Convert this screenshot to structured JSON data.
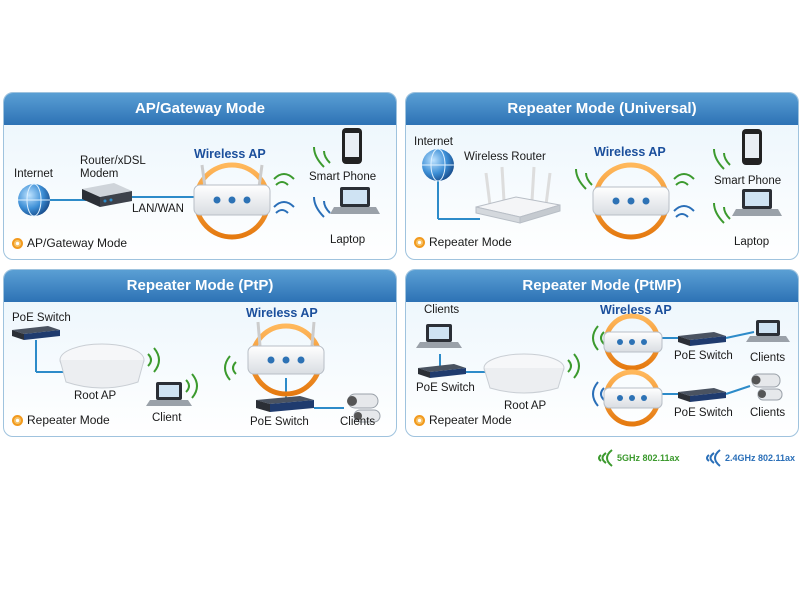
{
  "panels": [
    {
      "title": "AP/Gateway Mode",
      "mode_legend": "AP/Gateway Mode",
      "labels": {
        "internet": "Internet",
        "router": "Router/xDSL\nModem",
        "link": "LAN/WAN",
        "ap": "Wireless AP",
        "phone": "Smart Phone",
        "laptop": "Laptop"
      }
    },
    {
      "title": "Repeater Mode (Universal)",
      "mode_legend": "Repeater Mode",
      "labels": {
        "internet": "Internet",
        "router": "Wireless Router",
        "ap": "Wireless AP",
        "phone": "Smart Phone",
        "laptop": "Laptop"
      }
    },
    {
      "title": "Repeater Mode (PtP)",
      "mode_legend": "Repeater Mode",
      "labels": {
        "switch_left": "PoE Switch",
        "root_ap": "Root AP",
        "client": "Client",
        "ap": "Wireless AP",
        "switch_right": "PoE Switch",
        "clients": "Clients"
      }
    },
    {
      "title": "Repeater Mode (PtMP)",
      "mode_legend": "Repeater Mode",
      "labels": {
        "clients_left": "Clients",
        "switch_left": "PoE Switch",
        "root_ap": "Root AP",
        "ap": "Wireless AP",
        "switch_top": "PoE Switch",
        "clients_top": "Clients",
        "switch_bottom": "PoE Switch",
        "clients_bottom": "Clients"
      }
    }
  ],
  "band_legend": [
    {
      "label": "5GHz 802.11ax",
      "color": "#3c9a2e"
    },
    {
      "label": "2.4GHz 802.11ax",
      "color": "#2a6fb8"
    }
  ]
}
